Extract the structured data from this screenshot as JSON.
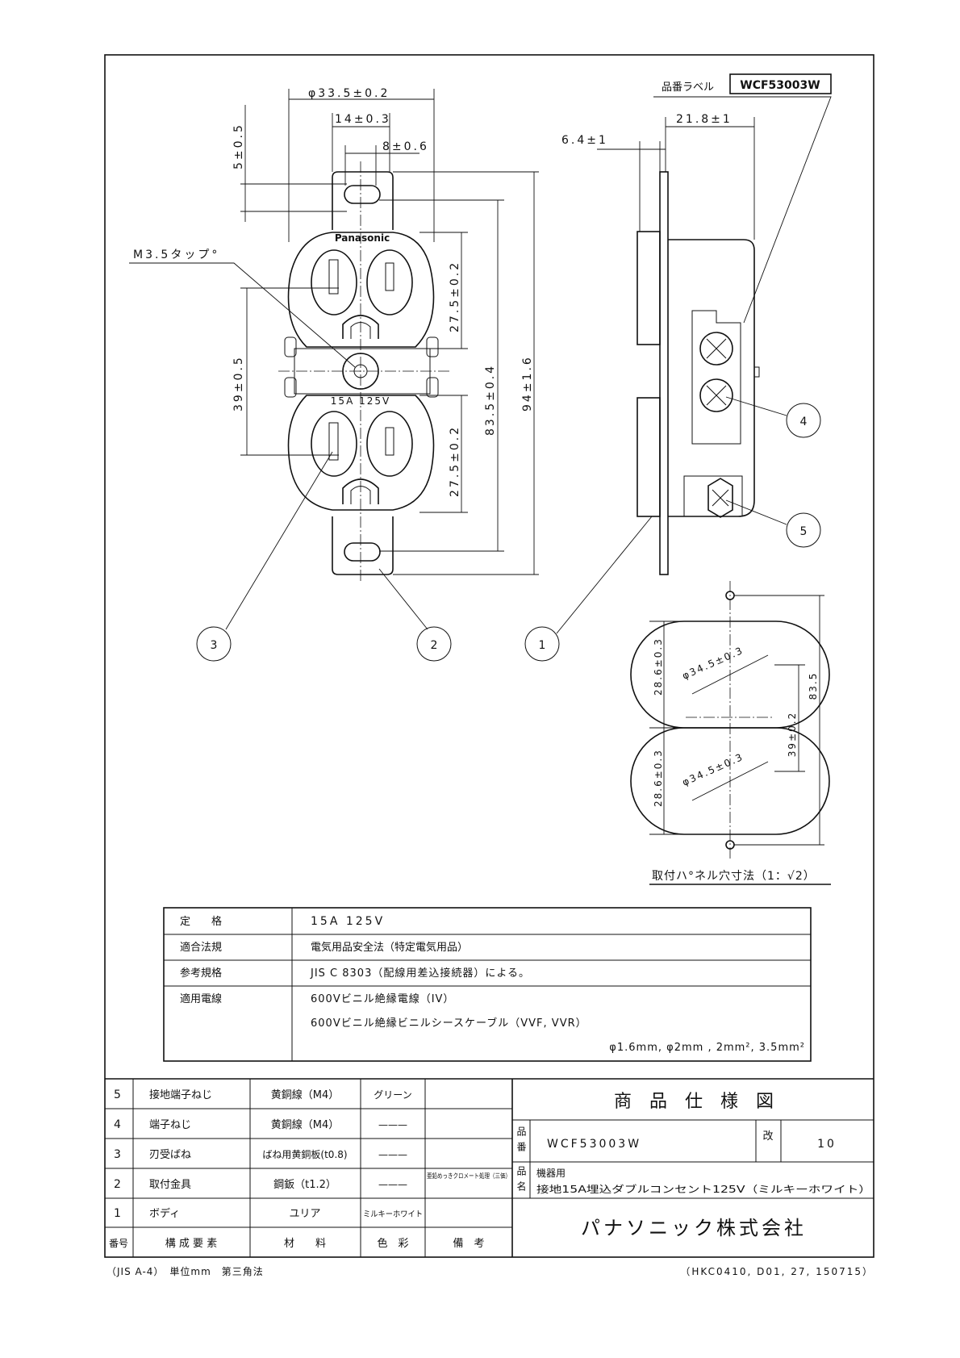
{
  "drawing": {
    "dims": {
      "outer_dia": "φ33.5±0.2",
      "strap_width": "14±0.3",
      "hole_width": "8±0.6",
      "strap_hole": "5±0.5",
      "tap_label": "M3.5タップ°",
      "center_pitch": "39±0.5",
      "face_upper": "27.5±0.2",
      "face_lower": "27.5±0.2",
      "hole_pitch": "83.5±0.4",
      "overall": "94±1.6",
      "plate_offset": "6.4±1",
      "depth": "21.8±1",
      "label_caption": "品番ラベル",
      "label_value": "WCF53003W",
      "brand": "Panasonic",
      "rating_mark": "15A 125V"
    },
    "panel": {
      "dia_upper": "φ34.5±0.3",
      "dia_lower": "φ34.5±0.3",
      "flat_upper": "28.6±0.3",
      "flat_lower": "28.6±0.3",
      "pitch": "39±0.2",
      "total": "83.5",
      "caption": "取付ハ°ネル穴寸法（1：√2）"
    },
    "callouts": [
      "1",
      "2",
      "3",
      "4",
      "5"
    ]
  },
  "spec_table": [
    {
      "label": "定　　格",
      "value": [
        "15A 125V"
      ]
    },
    {
      "label": "適合法規",
      "value": [
        "電気用品安全法（特定電気用品）"
      ]
    },
    {
      "label": "参考規格",
      "value": [
        "JIS C 8303（配線用差込接続器）による。"
      ]
    },
    {
      "label": "適用電線",
      "value": [
        "600Vビニル絶縁電線（IV）",
        "600Vビニル絶縁ビニルシースケーブル（VVF, VVR）",
        "φ1.6mm, φ2mm , 2mm², 3.5mm²"
      ]
    }
  ],
  "parts_table": {
    "headers": [
      "番号",
      "構 成 要 素",
      "材　　料",
      "色　彩",
      "備　考"
    ],
    "rows": [
      {
        "no": "5",
        "part": "接地端子ねじ",
        "material": "黄銅線（M4）",
        "color": "グリーン",
        "note": ""
      },
      {
        "no": "4",
        "part": "端子ねじ",
        "material": "黄銅線（M4）",
        "color": "———",
        "note": ""
      },
      {
        "no": "3",
        "part": "刃受ばね",
        "material": "ばね用黄銅板(t0.8)",
        "color": "———",
        "note": ""
      },
      {
        "no": "2",
        "part": "取付金具",
        "material": "鋼鈑（t1.2）",
        "color": "———",
        "note": "亜鉛めっきクロメート処理（三価）"
      },
      {
        "no": "1",
        "part": "ボディ",
        "material": "ユリア",
        "color": "ミルキーホワイト",
        "note": ""
      }
    ]
  },
  "title_block": {
    "title": "商　品　仕　様　図",
    "hinban_label": "品番",
    "hinban": "WCF53003W",
    "rev_label": "改",
    "rev": "10",
    "hinmei_label": "品名",
    "hinmei_1": "機器用",
    "hinmei_2": "接地15A埋込ダブルコンセント125V（ミルキーホワイト）",
    "company": "パナソニック株式会社"
  },
  "footer": {
    "left": "（JIS A-4）　単位mm　第三角法",
    "right": "（HKC0410, D01, 27, 150715）"
  }
}
